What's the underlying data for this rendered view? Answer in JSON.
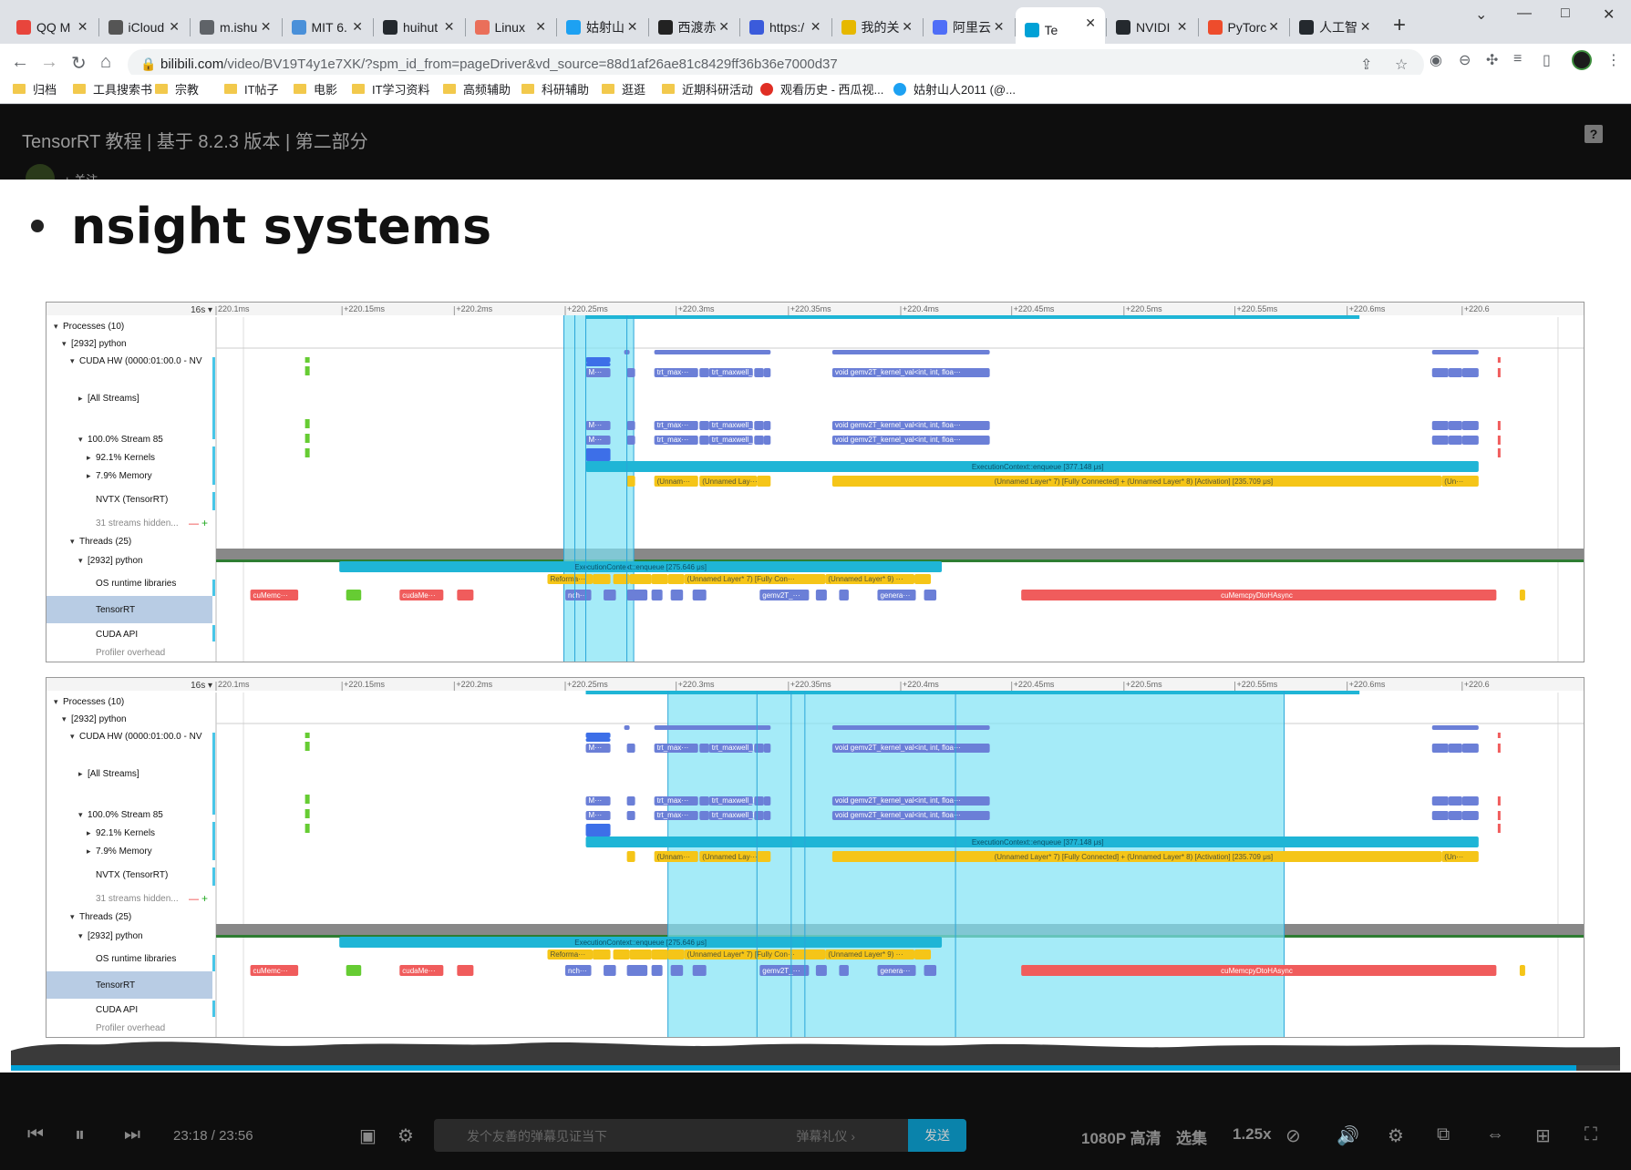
{
  "browser": {
    "tabs": [
      {
        "title": "QQ M",
        "icon": "chrome-icon",
        "color": "#e8453c"
      },
      {
        "title": "iCloud",
        "icon": "apple-icon",
        "color": "#555555"
      },
      {
        "title": "m.ishu",
        "icon": "globe-icon",
        "color": "#5f6368"
      },
      {
        "title": "MIT 6.",
        "icon": "mit-icon",
        "color": "#4a90d9"
      },
      {
        "title": "huihut",
        "icon": "github-icon",
        "color": "#24292e"
      },
      {
        "title": "Linux",
        "icon": "jianshu-icon",
        "color": "#ea6f5a"
      },
      {
        "title": "姑射山",
        "icon": "twitter-icon",
        "color": "#1da1f2"
      },
      {
        "title": "西渡赤",
        "icon": "wikipedia-icon",
        "color": "#222222"
      },
      {
        "title": "https:/",
        "icon": "link-icon",
        "color": "#3b5bdb"
      },
      {
        "title": "我的关",
        "icon": "zhihu-icon",
        "color": "#e6b800"
      },
      {
        "title": "阿里云",
        "icon": "aliyun-icon",
        "color": "#4f6ef7"
      },
      {
        "title": "Te",
        "icon": "bilibili-icon",
        "color": "#00a1d6"
      },
      {
        "title": "NVIDI",
        "icon": "github-icon",
        "color": "#24292e"
      },
      {
        "title": "PyTorc",
        "icon": "pytorch-icon",
        "color": "#ee4c2c"
      },
      {
        "title": "人工智",
        "icon": "github-icon",
        "color": "#24292e"
      }
    ],
    "new_tab": "+",
    "url_main": "bilibili.com",
    "url_rest": "/video/BV19T4y1e7XK/?spm_id_from=pageDriver&vd_source=88d1af26ae81c8429ff36b36e7000d37",
    "bookmarks": [
      {
        "label": "归档",
        "type": "folder"
      },
      {
        "label": "工具搜索书",
        "type": "folder"
      },
      {
        "label": "宗教",
        "type": "folder"
      },
      {
        "label": "IT帖子",
        "type": "folder"
      },
      {
        "label": "电影",
        "type": "folder"
      },
      {
        "label": "IT学习资料",
        "type": "folder"
      },
      {
        "label": "高频辅助",
        "type": "folder"
      },
      {
        "label": "科研辅助",
        "type": "folder"
      },
      {
        "label": "逛逛",
        "type": "folder"
      },
      {
        "label": "近期科研活动",
        "type": "folder"
      },
      {
        "label": "观看历史 - 西瓜视...",
        "type": "site",
        "color": "#e02e24"
      },
      {
        "label": "姑射山人2011 (@...",
        "type": "site",
        "color": "#1da1f2"
      }
    ]
  },
  "video": {
    "title": "TensorRT 教程 | 基于 8.2.3 版本 | 第二部分",
    "follow_label": "+ 关注",
    "help_label": "?",
    "slide_heading": "nsight systems",
    "current_time": "23:18",
    "total_time": "23:56",
    "progress": 0.973,
    "danmu_placeholder": "发个友善的弹幕见证当下",
    "danmu_gift": "弹幕礼仪 ›",
    "send_label": "发送",
    "quality": "1080P 高清",
    "episodes": "选集",
    "speed": "1.25x"
  },
  "nsight": {
    "zoom_label": "16s ▾",
    "ticks": [
      "220.1ms",
      "+220.15ms",
      "+220.2ms",
      "+220.25ms",
      "+220.3ms",
      "+220.35ms",
      "+220.4ms",
      "+220.45ms",
      "+220.5ms",
      "+220.55ms",
      "+220.6ms",
      "+220.6"
    ],
    "rows": [
      {
        "label": "Processes (10)",
        "indent": 0,
        "arrow": "▾"
      },
      {
        "label": "[2932] python",
        "indent": 1,
        "arrow": "▾"
      },
      {
        "label": "CUDA HW (0000:01:00.0 - NV",
        "indent": 2,
        "arrow": "▾"
      },
      {
        "label": "[All Streams]",
        "indent": 3,
        "arrow": "▸"
      },
      {
        "label": "100.0% Stream 85",
        "indent": 3,
        "arrow": "▾"
      },
      {
        "label": "92.1% Kernels",
        "indent": 4,
        "arrow": "▸"
      },
      {
        "label": "7.9% Memory",
        "indent": 4,
        "arrow": "▸"
      },
      {
        "label": "NVTX (TensorRT)",
        "indent": 4,
        "arrow": ""
      },
      {
        "label": "31 streams hidden...",
        "indent": 4,
        "arrow": ""
      },
      {
        "label": "Threads (25)",
        "indent": 2,
        "arrow": "▾"
      },
      {
        "label": "[2932] python",
        "indent": 3,
        "arrow": "▾"
      },
      {
        "label": "OS runtime libraries",
        "indent": 4,
        "arrow": ""
      },
      {
        "label": "TensorRT",
        "indent": 4,
        "arrow": ""
      },
      {
        "label": "CUDA API",
        "indent": 4,
        "arrow": ""
      },
      {
        "label": "Profiler overhead",
        "indent": 4,
        "arrow": ""
      }
    ],
    "labels": {
      "exec_ctx_gpu": "ExecutionContext::enqueue [377.148 μs]",
      "exec_ctx_cpu": "ExecutionContext::enqueue [275.646 μs]",
      "fc_layer": "(Unnamed Layer* 7) [Fully Connected] + (Unnamed Layer* 8) [Activation] [235.709 μs]",
      "gemv": "void gemv2T_kernel_val<int, int, floa···",
      "trt_max": "trt_max···",
      "trt_maxwell": "trt_maxwell_f···",
      "unnamed": "(Unnam···",
      "unnamed_lay": "(Unnamed Lay···",
      "un": "(Un···",
      "reforma": "Reforma···",
      "layer7": "(Unnamed Layer* 7) [Fully Con···",
      "layer9": "(Unnamed Layer* 9) ···",
      "cumemc": "cuMemc···",
      "cudame": "cudaMe···",
      "c": "c···",
      "nch": "nch···",
      "p": "p···",
      "gemv2t": "gemv2T_···",
      "genera": "genera···",
      "cumemcpy": "cuMemcpyDtoHAsync",
      "m": "M···",
      "v": "v···"
    },
    "highlight_top": [
      0.254,
      0.305
    ],
    "highlight_bottom": [
      0.33,
      0.78
    ]
  },
  "colors": {
    "kernel": "#6b7fd7",
    "nvtx": "#f5c518",
    "enqueue": "#1fb5d6",
    "cuda_red": "#f05c5c",
    "memory_green": "#66cc33",
    "select": "#7fe3f5",
    "accent": "#00a1d6"
  }
}
